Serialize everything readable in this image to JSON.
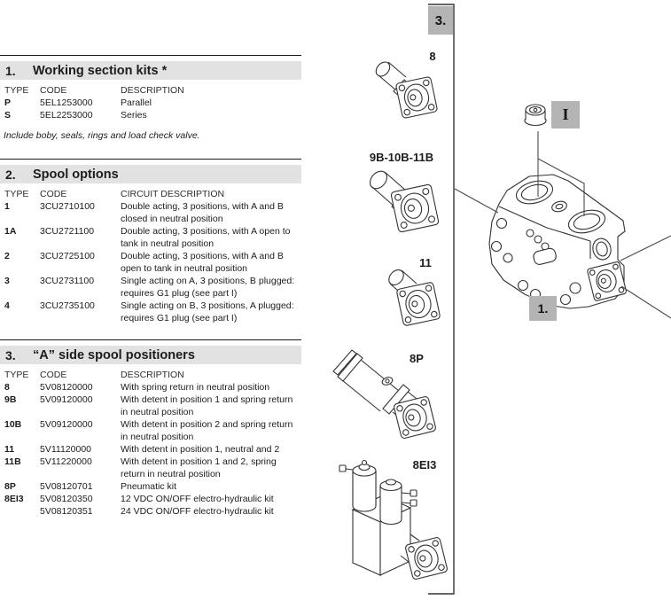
{
  "sections": [
    {
      "number": "1.",
      "title": "Working section kits *",
      "col_headers": [
        "TYPE",
        "CODE",
        "DESCRIPTION"
      ],
      "rows": [
        {
          "type": "P",
          "code": "5EL1253000",
          "desc": "Parallel"
        },
        {
          "type": "S",
          "code": "5EL2253000",
          "desc": "Series"
        }
      ],
      "note": "Include boby, seals, rings and load check valve."
    },
    {
      "number": "2.",
      "title": "Spool options",
      "col_headers": [
        "TYPE",
        "CODE",
        "CIRCUIT DESCRIPTION"
      ],
      "rows": [
        {
          "type": "1",
          "code": "3CU2710100",
          "desc": "Double acting, 3 positions, with A and B closed in neutral position"
        },
        {
          "type": "1A",
          "code": "3CU2721100",
          "desc": "Double acting, 3 positions, with A open to tank in neutral position"
        },
        {
          "type": "2",
          "code": "3CU2725100",
          "desc": "Double acting, 3 positions, with A and B open to tank in neutral position"
        },
        {
          "type": "3",
          "code": "3CU2731100",
          "desc": "Single acting on A, 3 positions, B plugged: requires G1 plug (see part I)"
        },
        {
          "type": "4",
          "code": "3CU2735100",
          "desc": "Single acting on B, 3 positions, A plugged: requires G1 plug (see part I)"
        }
      ]
    },
    {
      "number": "3.",
      "title": "“A” side spool positioners",
      "col_headers": [
        "TYPE",
        "CODE",
        "DESCRIPTION"
      ],
      "rows": [
        {
          "type": "8",
          "code": "5V08120000",
          "desc": "With spring return in neutral position"
        },
        {
          "type": "9B",
          "code": "5V09120000",
          "desc": "With detent in position 1 and spring return in neutral position"
        },
        {
          "type": "10B",
          "code": "5V09120000",
          "desc": "With detent in position 2 and spring return in neutral position"
        },
        {
          "type": "11",
          "code": "5V11120000",
          "desc": "With detent in position 1, neutral and 2"
        },
        {
          "type": "11B",
          "code": "5V11220000",
          "desc": "With detent in position 1 and 2, spring return in neutral position"
        },
        {
          "type": "8P",
          "code": "5V08120701",
          "desc": "Pneumatic kit"
        },
        {
          "type": "8EI3",
          "code": "5V08120350",
          "desc": "12 VDC ON/OFF electro-hydraulic kit"
        },
        {
          "type": "",
          "code": "5V08120351",
          "desc": "24 VDC ON/OFF electro-hydraulic kit"
        }
      ]
    }
  ],
  "diagram": {
    "part_labels": {
      "p8": "8",
      "p9b": "9B-10B-11B",
      "p11": "11",
      "p8p": "8P",
      "p8ei3": "8EI3"
    },
    "callouts": {
      "c3": "3.",
      "ci": "I",
      "c1": "1."
    },
    "colors": {
      "header_bg": "#e2e2e2",
      "callout_bg": "#b4b4b4",
      "line": "#333333",
      "text": "#1c1c1c"
    }
  }
}
